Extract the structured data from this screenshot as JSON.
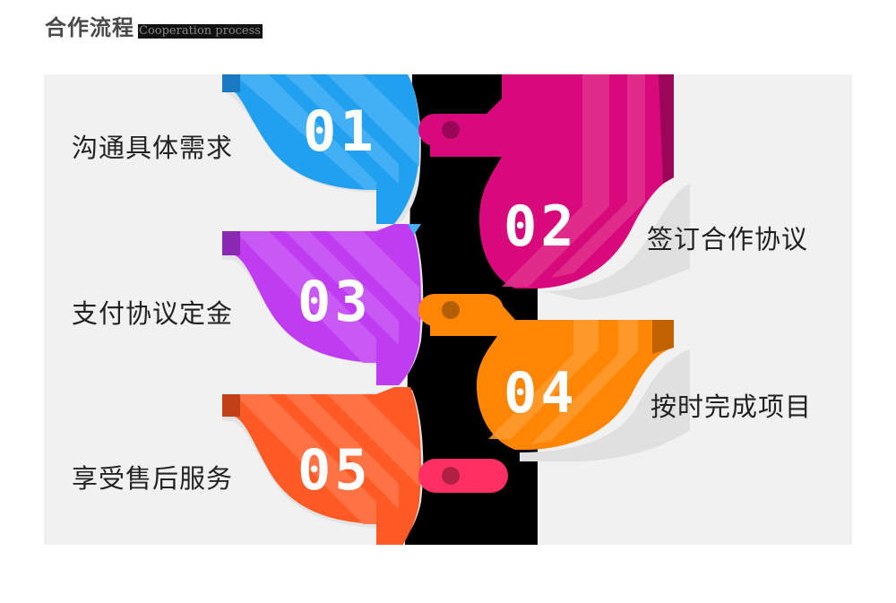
{
  "header": {
    "title_cn": "合作流程",
    "title_en": "Cooperation process"
  },
  "steps": [
    {
      "number": "01",
      "label": "沟通具体需求",
      "side": "left",
      "color": "#22a0f0",
      "light": "#47b0f4",
      "dark": "#1a78c0",
      "connector": "#d8097a",
      "dot": "#9a0657"
    },
    {
      "number": "02",
      "label": "签订合作协议",
      "side": "right",
      "color": "#d8097a",
      "light": "#e0338e",
      "dark": "#9c0658",
      "connector": "#d8097a",
      "dot": "#9a0657"
    },
    {
      "number": "03",
      "label": "支付协议定金",
      "side": "left",
      "color": "#c03cf0",
      "light": "#ca5cf4",
      "dark": "#8a2ab4",
      "connector": "#ff8605",
      "dot": "#b35f05"
    },
    {
      "number": "04",
      "label": "按时完成项目",
      "side": "right",
      "color": "#ff8605",
      "light": "#ff9a30",
      "dark": "#c06202",
      "connector": "#ff8605",
      "dot": "#b35f05"
    },
    {
      "number": "05",
      "label": "享受售后服务",
      "side": "left",
      "color": "#ff5a26",
      "light": "#ff7448",
      "dark": "#c04018",
      "connector": "#ff2f63",
      "dot": "#b01f44"
    }
  ],
  "colors": {
    "panel_bg": "#f1f1f1",
    "spine": "#000000",
    "text": "#222222",
    "title": "#4a4a4a"
  }
}
